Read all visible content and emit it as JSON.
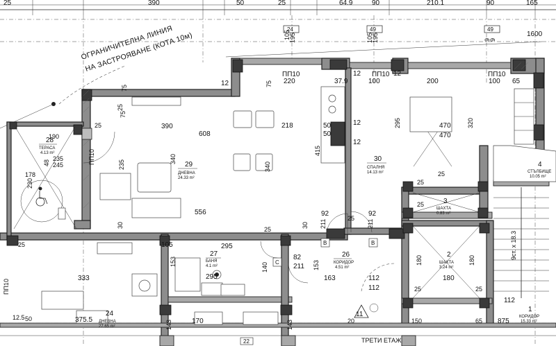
{
  "top_dims": [
    "25",
    "390",
    "50",
    "25",
    "64.9",
    "90",
    "210.1",
    "90",
    "165"
  ],
  "axis_tags": [
    "24",
    "49",
    "49"
  ],
  "axis_sub": [
    "9",
    "9"
  ],
  "side_dims": {
    "ax1": [
      "105",
      "195"
    ],
    "ax2": [
      "105",
      "195"
    ]
  },
  "ref_1600": "1600",
  "building_line_note": {
    "line1": "ОГРАНИЧИТЕЛНА ЛИНИЯ",
    "line2": "НА ЗАСТРОЯВАНЕ (КОТА 10м)"
  },
  "rooms": [
    {
      "id": "28",
      "name": "ТЕРАСА",
      "area": "4.13 m²"
    },
    {
      "id": "29",
      "name": "ДНЕВНА",
      "area": "24.33 m²"
    },
    {
      "id": "30",
      "name": "СПАЛНЯ",
      "area": "14.13 m²"
    },
    {
      "id": "3",
      "name": "ШАХТА",
      "area": "0.83 m²"
    },
    {
      "id": "4",
      "name": "СТЪЛБИЩЕ",
      "area": "10.05 m²"
    },
    {
      "id": "27",
      "name": "БАНЯ",
      "area": "4.1 m²"
    },
    {
      "id": "26",
      "name": "КОРИДОР",
      "area": "4.51 m²"
    },
    {
      "id": "2",
      "name": "ШАХТА",
      "area": "3.24 m²"
    },
    {
      "id": "24",
      "name": "ДНЕВНА",
      "area": "27.65 m²"
    },
    {
      "id": "1",
      "name": "КОРИДОР",
      "area": "15.33 m²"
    },
    {
      "id": "22",
      "name": "",
      "area": ""
    }
  ],
  "door_labels": {
    "pp_living": "ПП10",
    "pp_bed_1": "ПП10",
    "pp_bed_2": "ПП10",
    "pp_left": "ПП10",
    "pp_terrace": "ПП10"
  },
  "misc": {
    "treti_etazh": "ТРЕТИ ЕТАЖ",
    "stairs_note": "9ст. х 18.3",
    "stair_num": "11"
  },
  "dims": {
    "d220": "220",
    "d37_9": "37.9",
    "d100": "100",
    "d200": "200",
    "d100b": "100",
    "d65": "65",
    "d12a": "12",
    "d12b": "12",
    "d12c": "12",
    "d12d": "12",
    "d12e": "12",
    "d75a": "75",
    "d75b": "75",
    "d75c": "75",
    "d390": "390",
    "d608": "608",
    "d218": "218",
    "d25a": "25",
    "d25b": "25",
    "d25c": "25",
    "d25d": "25",
    "d25e": "25",
    "d25f": "25",
    "d25g": "25",
    "d470a": "470",
    "d470b": "470",
    "d295": "295",
    "d320": "320",
    "d50a": "50",
    "d50b": "50",
    "d340a": "340",
    "d340b": "340",
    "d415": "415",
    "d235": "235",
    "d190": "190",
    "d235b": "235",
    "d245": "245",
    "d178": "178",
    "d230": "230",
    "d48": "48",
    "d556": "556",
    "d92a": "92",
    "d92b": "92",
    "d211a": "211",
    "d211b": "211",
    "d30a": "30",
    "d30b": "30",
    "d82": "82",
    "d211c": "211",
    "d295b": "295",
    "d295c": "295",
    "d153a": "153",
    "d153b": "153",
    "d163": "163",
    "d112a": "112",
    "d112b": "112",
    "d112c": "112",
    "d140": "140",
    "d180a": "180",
    "d180b": "180",
    "d180c": "180",
    "d333": "333",
    "d375": "375.5",
    "d12_5": "12.5",
    "d25h": "25",
    "d170": "170",
    "d143a": "143",
    "d143b": "143",
    "d105": "105",
    "d25i": "25",
    "d25j": "25",
    "d65b": "65",
    "d875": "875",
    "d20": "20",
    "d50c": "50",
    "d150": "150"
  }
}
